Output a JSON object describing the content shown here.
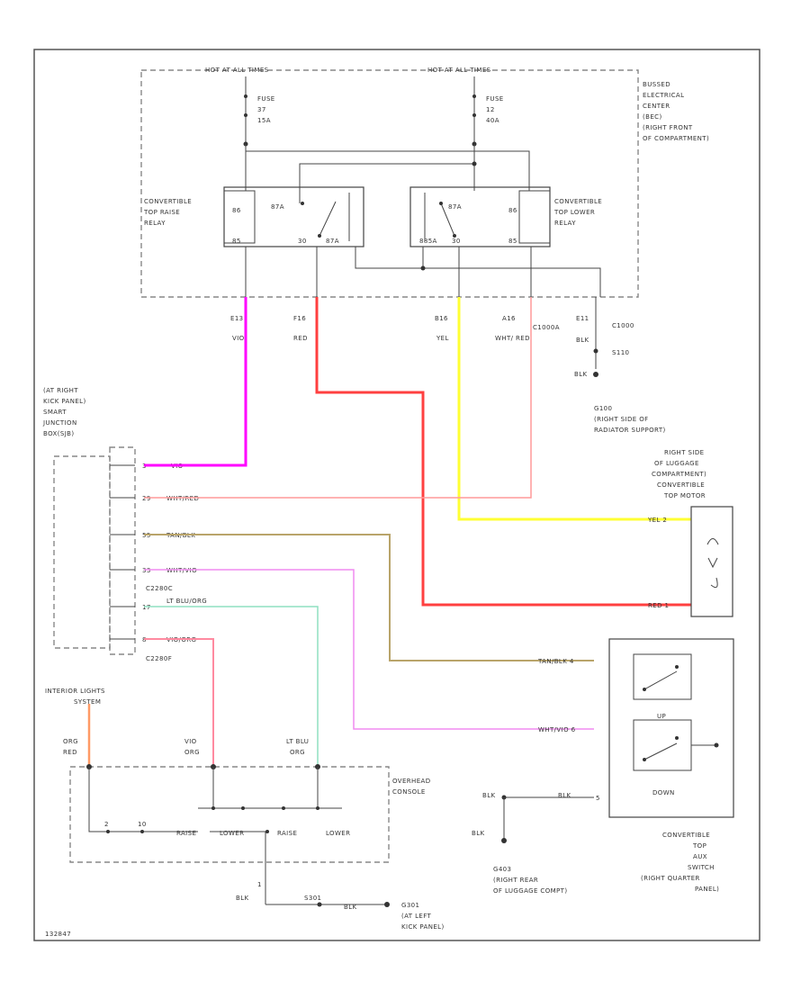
{
  "colors": {
    "wire_vio": "#ff00ff",
    "wire_red": "#ff4040",
    "wire_yel": "#ffff33",
    "wire_wht_red": "#ff9a9a",
    "wire_tan_blk": "#b9a46a",
    "wire_wht_vio": "#f08cf0",
    "wire_lt_blu_org": "#8fe0c0",
    "wire_vio_org": "#ff8aa0",
    "wire_org_red": "#ff9a66",
    "line": "#444444"
  },
  "power_feeds": {
    "left": "HOT AT ALL TIMES",
    "right": "HOT AT ALL TIMES"
  },
  "fuses": {
    "left": {
      "name": "FUSE",
      "number": "37",
      "rating": "15A"
    },
    "right": {
      "name": "FUSE",
      "number": "12",
      "rating": "40A"
    }
  },
  "becm_label": [
    "BUSSED",
    "ELECTRICAL",
    "CENTER",
    "(BEC)",
    "(RIGHT FRONT",
    "OF COMPARTMENT)"
  ],
  "relays": {
    "raise": {
      "label": [
        "CONVERTIBLE",
        "TOP RAISE",
        "RELAY"
      ],
      "pins": [
        "86",
        "87A",
        "85",
        "30",
        "87A"
      ]
    },
    "lower": {
      "label": [
        "CONVERTIBLE",
        "TOP LOWER",
        "RELAY"
      ],
      "pins": [
        "87A",
        "86",
        "885A",
        "30",
        "85"
      ]
    }
  },
  "becm_pins": [
    {
      "pin": "E13",
      "color": "VIO"
    },
    {
      "pin": "F16",
      "color": "RED"
    },
    {
      "pin": "B16",
      "color": "YEL"
    },
    {
      "pin": "A16",
      "color": "WHT/ RED"
    }
  ],
  "connector_c1000": {
    "pin": "E11",
    "name": "C1000",
    "color_a": "C1000A",
    "color_b": "BLK",
    "splice": "S110",
    "ground_color": "BLK"
  },
  "ground_g100": [
    "G100",
    "(RIGHT SIDE OF",
    "RADIATOR SUPPORT)"
  ],
  "smart_junction": [
    "(AT RIGHT",
    "KICK PANEL)",
    "SMART",
    "JUNCTION",
    "BOX(SJB)"
  ],
  "sjb_pins": [
    {
      "pin": "3",
      "label": "VIO"
    },
    {
      "pin": "29",
      "label": "WHT/RED"
    },
    {
      "pin": "55",
      "label": "TAN/BLK"
    },
    {
      "pin": "33",
      "label": "WHT/VIO"
    },
    {
      "pin": "17",
      "label": "LT BLU/ORG"
    },
    {
      "pin": "8",
      "label": "VIO/ORG"
    }
  ],
  "sjb_connectors": {
    "a": "C2280C",
    "b": "C2280F"
  },
  "motor": {
    "label": [
      "RIGHT SIDE",
      "OF LUGGAGE",
      "COMPARTMENT)",
      "CONVERTIBLE",
      "TOP MOTOR"
    ],
    "pin_top": "YEL 2",
    "pin_bottom": "RED 1"
  },
  "switch": {
    "in_top": "TAN/BLK 4",
    "in_bottom": "WHT/VIO 6",
    "up": "UP",
    "down": "DOWN",
    "ground_wire": "BLK",
    "ground_pin": "5",
    "label": [
      "CONVERTIBLE",
      "TOP",
      "AUX",
      "SWITCH",
      "(RIGHT QUARTER",
      "PANEL)"
    ]
  },
  "ground_g403": {
    "wire": "BLK",
    "id": "G403",
    "desc": [
      "G403",
      "(RIGHT REAR",
      "OF LUGGAGE COMPT)"
    ]
  },
  "interior_lights": [
    "INTERIOR LIGHTS",
    "SYSTEM"
  ],
  "overhead": {
    "label": [
      "OVERHEAD",
      "CONSOLE"
    ],
    "wire_left": [
      "ORG",
      "RED"
    ],
    "wire_mid": [
      "VIO",
      "ORG"
    ],
    "wire_right": [
      "LT BLU",
      "ORG"
    ],
    "pins": [
      "2",
      "10"
    ],
    "buttons": [
      "RAISE",
      "LOWER",
      "RAISE",
      "LOWER"
    ],
    "ground_pin": "1",
    "ground_wire": "BLK",
    "splice": "S301",
    "ground_wire2": "BLK",
    "ground_id": "G301",
    "ground_desc": [
      "G301",
      "(AT LEFT",
      "KICK PANEL)"
    ]
  },
  "footer_code": "132847"
}
